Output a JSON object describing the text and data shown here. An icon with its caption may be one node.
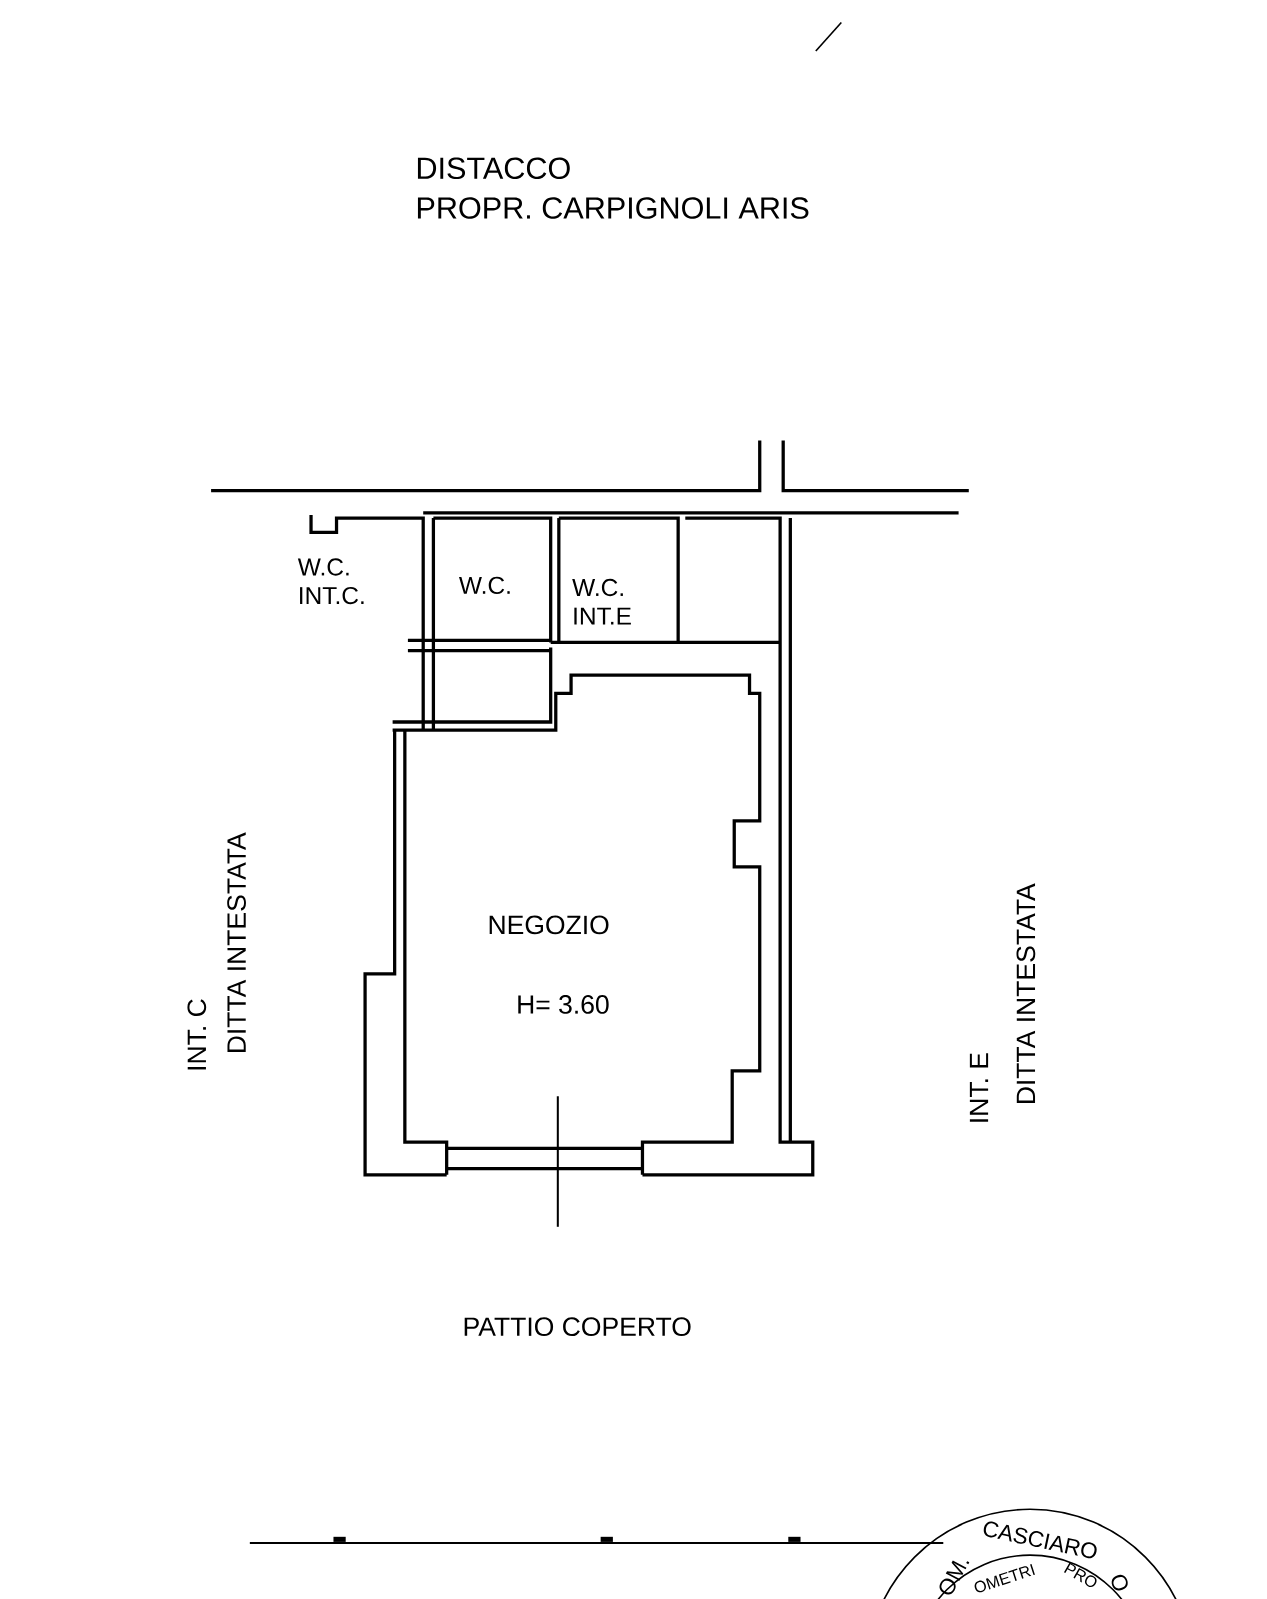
{
  "diagram": {
    "labels": [
      "DISTACCO",
      "PROPR. CARPIGNOLI ARIS",
      "W.C. INT.C.",
      "W.C.",
      "W.C. INT.E",
      "NEGOZIO",
      "H= 3.60",
      "INT. C",
      "DITTA INTESTATA",
      "INT. E",
      "DITTA INTESTATA",
      "PATTIO COPERTO",
      "OM.",
      "CASCIARO",
      "O",
      "OMETRI",
      "PRO"
    ]
  }
}
